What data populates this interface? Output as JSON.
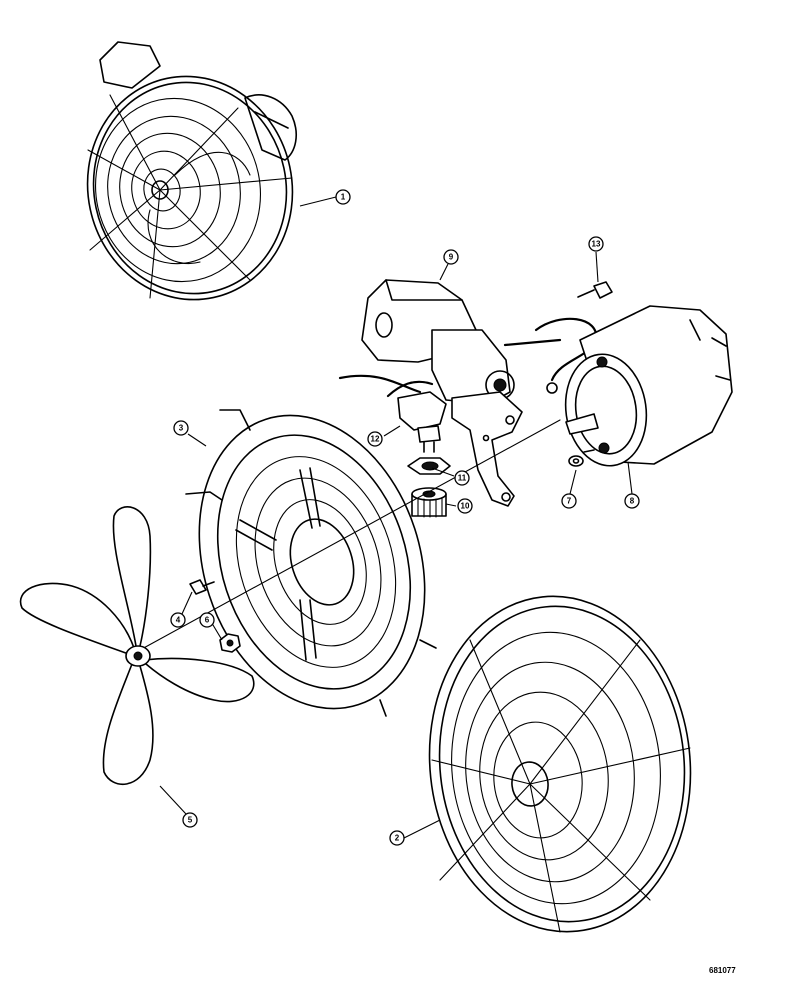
{
  "callouts": {
    "c1": "1",
    "c2": "2",
    "c3": "3",
    "c4": "4",
    "c5": "5",
    "c6": "6",
    "c7": "7",
    "c8": "8",
    "c9": "9",
    "c10": "10",
    "c11": "11",
    "c12": "12",
    "c13": "13"
  },
  "drawing_number": "681077"
}
